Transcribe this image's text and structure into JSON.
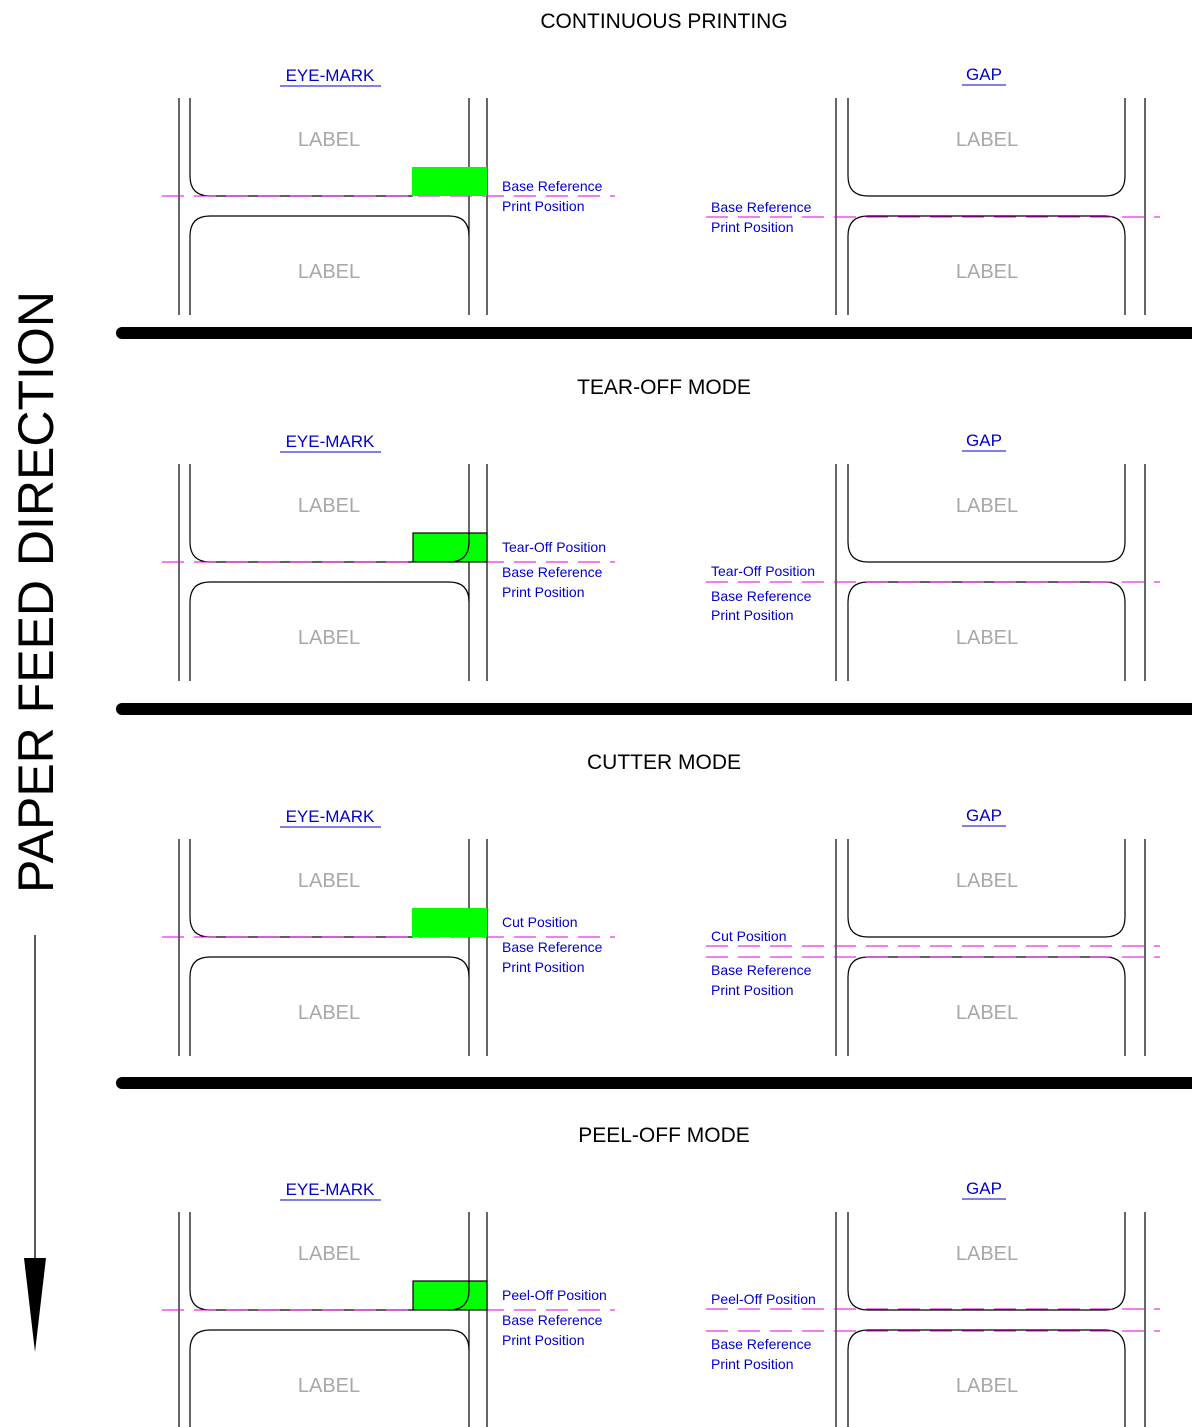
{
  "side_label": "PAPER FEED DIRECTION",
  "colors": {
    "mark_fill": "#00ff00",
    "blue_text": "#0000cc",
    "reference_line": "#e000e0",
    "label_text": "#a8a8a8",
    "outline": "#000000"
  },
  "column_titles": {
    "eye_mark": "EYE-MARK",
    "gap": "GAP"
  },
  "label_word": "LABEL",
  "sections": [
    {
      "title": "CONTINUOUS PRINTING",
      "eye_annotations": [
        "Base Reference",
        "Print Position"
      ],
      "gap_annotations": [
        "Base Reference",
        "Print Position"
      ]
    },
    {
      "title": "TEAR-OFF MODE",
      "eye_annotations": [
        "Tear-Off Position",
        "Base Reference",
        "Print Position"
      ],
      "gap_annotations": [
        "Tear-Off Position",
        "Base Reference",
        "Print Position"
      ]
    },
    {
      "title": "CUTTER MODE",
      "eye_annotations": [
        "Cut Position",
        "Base Reference",
        "Print Position"
      ],
      "gap_annotations": [
        "Cut Position",
        "Base Reference",
        "Print Position"
      ]
    },
    {
      "title": "PEEL-OFF MODE",
      "eye_annotations": [
        "Peel-Off Position",
        "Base Reference",
        "Print Position"
      ],
      "gap_annotations": [
        "Peel-Off Position",
        "Base Reference",
        "Print Position"
      ]
    }
  ]
}
